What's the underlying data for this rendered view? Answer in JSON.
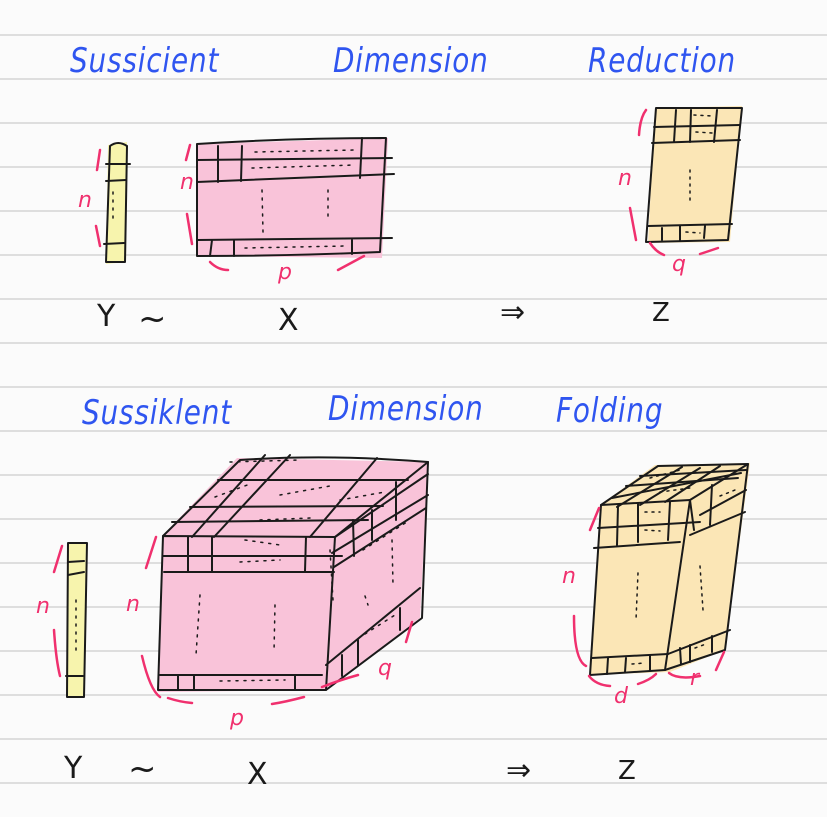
{
  "colors": {
    "background": "#fbfbfb",
    "rule": "#dedede",
    "title_ink": "#2f55f0",
    "ink": "#1a1a1a",
    "accent_ink": "#f0306e",
    "response_fill": "#f7f4ad",
    "predictor_fill": "#f9c3d9",
    "reduced_fill": "#fbe6b6"
  },
  "top_section": {
    "title_words": [
      "Sussicient",
      "Dimension",
      "Reduction"
    ],
    "response": {
      "symbol": "Y",
      "dim_label": "n"
    },
    "relation": "~",
    "predictor": {
      "symbol": "X",
      "row_label": "n",
      "col_label": "p"
    },
    "arrow": "⇒",
    "reduced": {
      "symbol": "Z",
      "row_label": "n",
      "col_label": "q"
    }
  },
  "bottom_section": {
    "title_words": [
      "Sussiklent",
      "Dimension",
      "Folding"
    ],
    "response": {
      "symbol": "Y",
      "dim_label": "n"
    },
    "relation": "~",
    "predictor": {
      "symbol": "X",
      "row_label": "n",
      "col_label": "p",
      "depth_label": "q"
    },
    "arrow": "⇒",
    "reduced": {
      "symbol": "Z",
      "row_label": "n",
      "col_label": "d",
      "depth_label": "r"
    }
  }
}
